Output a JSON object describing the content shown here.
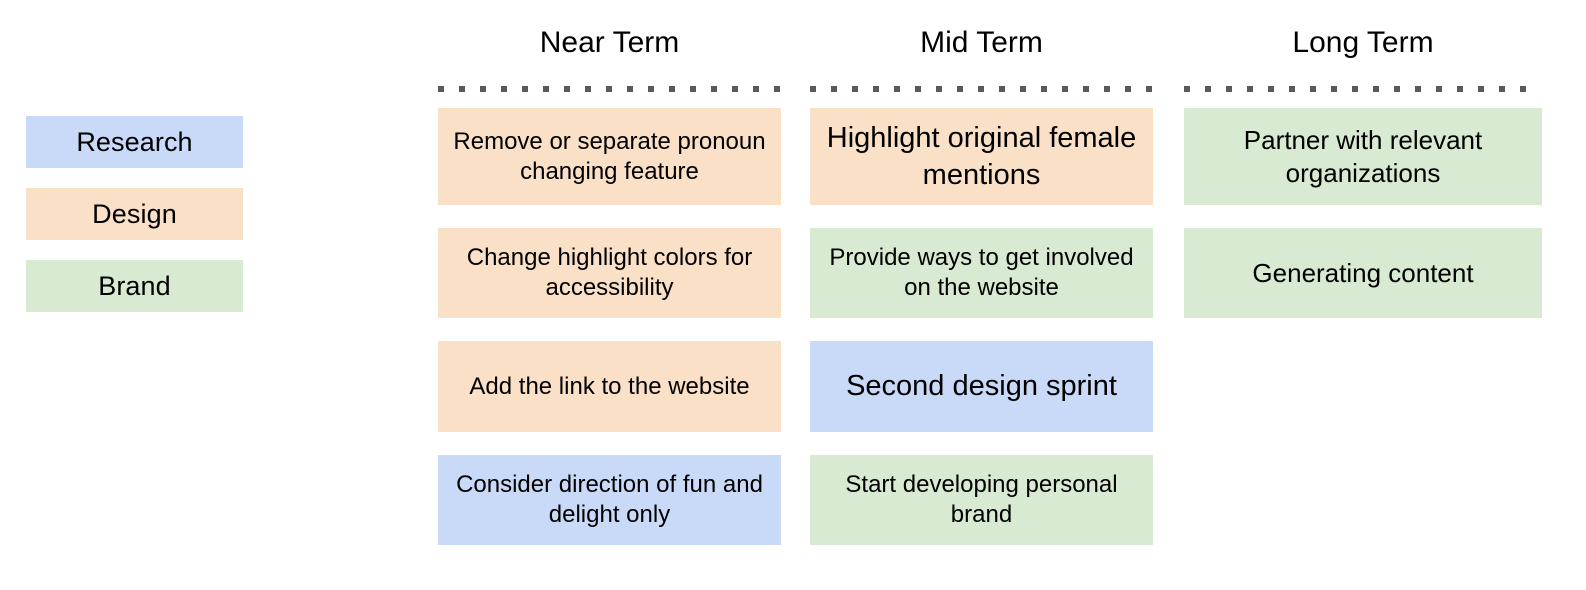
{
  "legend": {
    "items": [
      {
        "label": "Research",
        "category": "research",
        "color": "#c9daf8"
      },
      {
        "label": "Design",
        "category": "design",
        "color": "#fbe0c8"
      },
      {
        "label": "Brand",
        "category": "brand",
        "color": "#d9ead3"
      }
    ]
  },
  "divider_color": "#595959",
  "columns": [
    {
      "header": "Near Term",
      "cards": [
        {
          "text": "Remove or separate pronoun changing feature",
          "category": "design",
          "size": "sm"
        },
        {
          "text": "Change highlight colors for accessibility",
          "category": "design",
          "size": "sm"
        },
        {
          "text": "Add the link to the website",
          "category": "design",
          "size": "sm"
        },
        {
          "text": "Consider direction of fun and delight only",
          "category": "research",
          "size": "sm"
        }
      ]
    },
    {
      "header": "Mid Term",
      "cards": [
        {
          "text": "Highlight original female mentions",
          "category": "design",
          "size": "lg"
        },
        {
          "text": "Provide ways to get involved on the website",
          "category": "brand",
          "size": "sm"
        },
        {
          "text": "Second design sprint",
          "category": "research",
          "size": "lg"
        },
        {
          "text": "Start developing personal brand",
          "category": "brand",
          "size": "sm"
        }
      ]
    },
    {
      "header": "Long Term",
      "cards": [
        {
          "text": "Partner with relevant organizations",
          "category": "brand",
          "size": "md"
        },
        {
          "text": "Generating content",
          "category": "brand",
          "size": "md"
        }
      ]
    }
  ]
}
